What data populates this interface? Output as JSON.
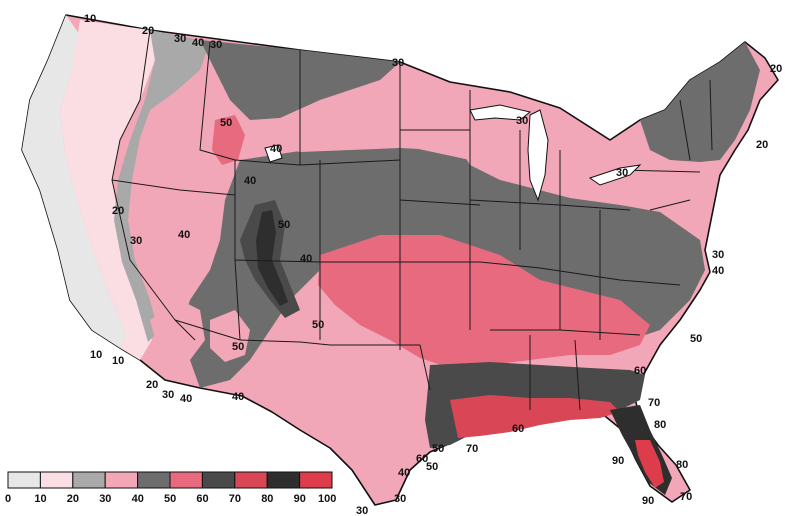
{
  "colors": {
    "c0_10": "#e7e7e7",
    "c10_20": "#fbdde4",
    "c20_30": "#a9a9a9",
    "c30_40": "#f1a7b7",
    "c40_50": "#6d6d6d",
    "c50_60": "#e86a7e",
    "c60_70": "#4a4a4a",
    "c70_80": "#d94656",
    "c80_90": "#2e2e2e",
    "c90_100": "#dd3c4a"
  },
  "legend": {
    "ticks": [
      "0",
      "10",
      "20",
      "30",
      "40",
      "50",
      "60",
      "70",
      "80",
      "90",
      "100"
    ],
    "swatch_colors": [
      "#e7e7e7",
      "#fbdde4",
      "#a9a9a9",
      "#f1a7b7",
      "#6d6d6d",
      "#e86a7e",
      "#4a4a4a",
      "#d94656",
      "#2e2e2e",
      "#dd3c4a"
    ]
  },
  "contour_labels": [
    "10",
    "20",
    "30",
    "40",
    "30",
    "30",
    "20",
    "50",
    "40",
    "40",
    "20",
    "30",
    "40",
    "40",
    "50",
    "50",
    "10",
    "10",
    "20",
    "30",
    "40",
    "40",
    "50",
    "60",
    "30",
    "20",
    "30",
    "30",
    "40",
    "50",
    "60",
    "70",
    "80",
    "90",
    "80",
    "90",
    "70",
    "70",
    "40",
    "50",
    "30",
    "30",
    "60",
    "50"
  ]
}
